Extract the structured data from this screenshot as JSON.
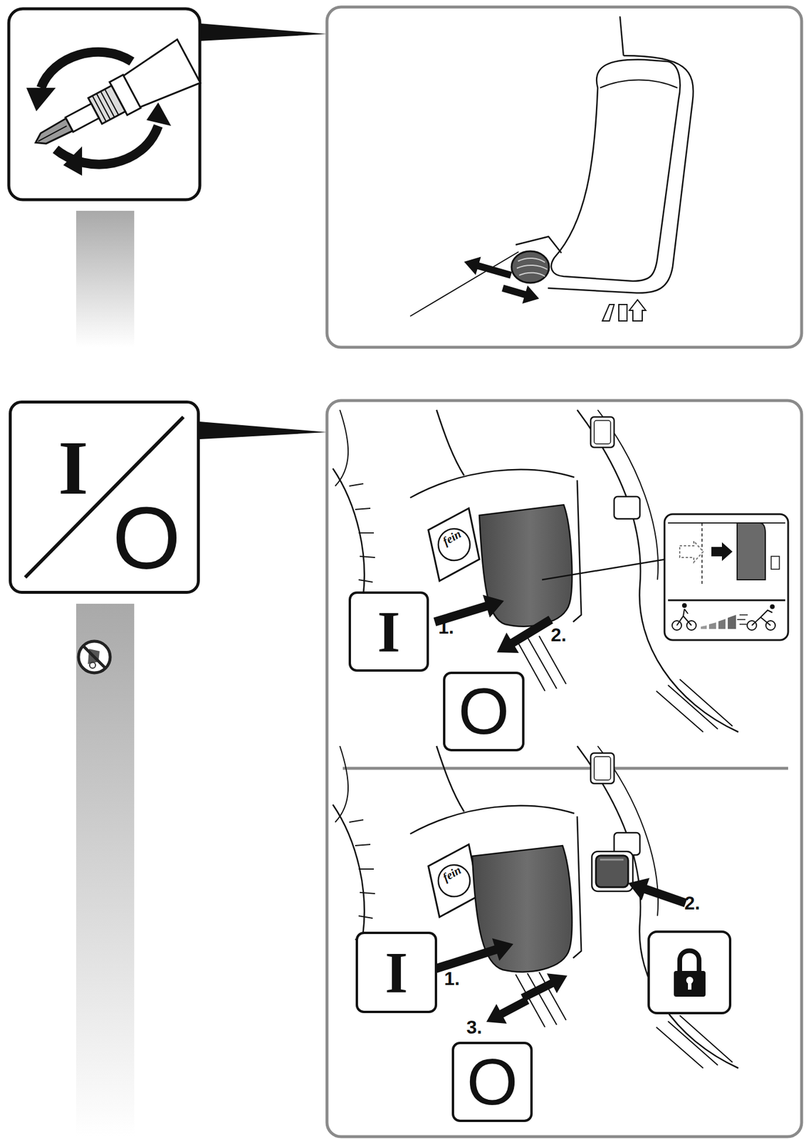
{
  "diagram": {
    "nodes": [
      {
        "text": [
          "I",
          "O"
        ]
      },
      {
        "text": [
          "I"
        ]
      },
      {
        "text": [
          "O"
        ]
      },
      {
        "text": [
          "I"
        ]
      },
      {
        "text": [
          "O"
        ]
      }
    ],
    "labels": [
      "fein",
      "1.",
      "2.",
      "fein",
      "2.",
      "1.",
      "3."
    ]
  }
}
